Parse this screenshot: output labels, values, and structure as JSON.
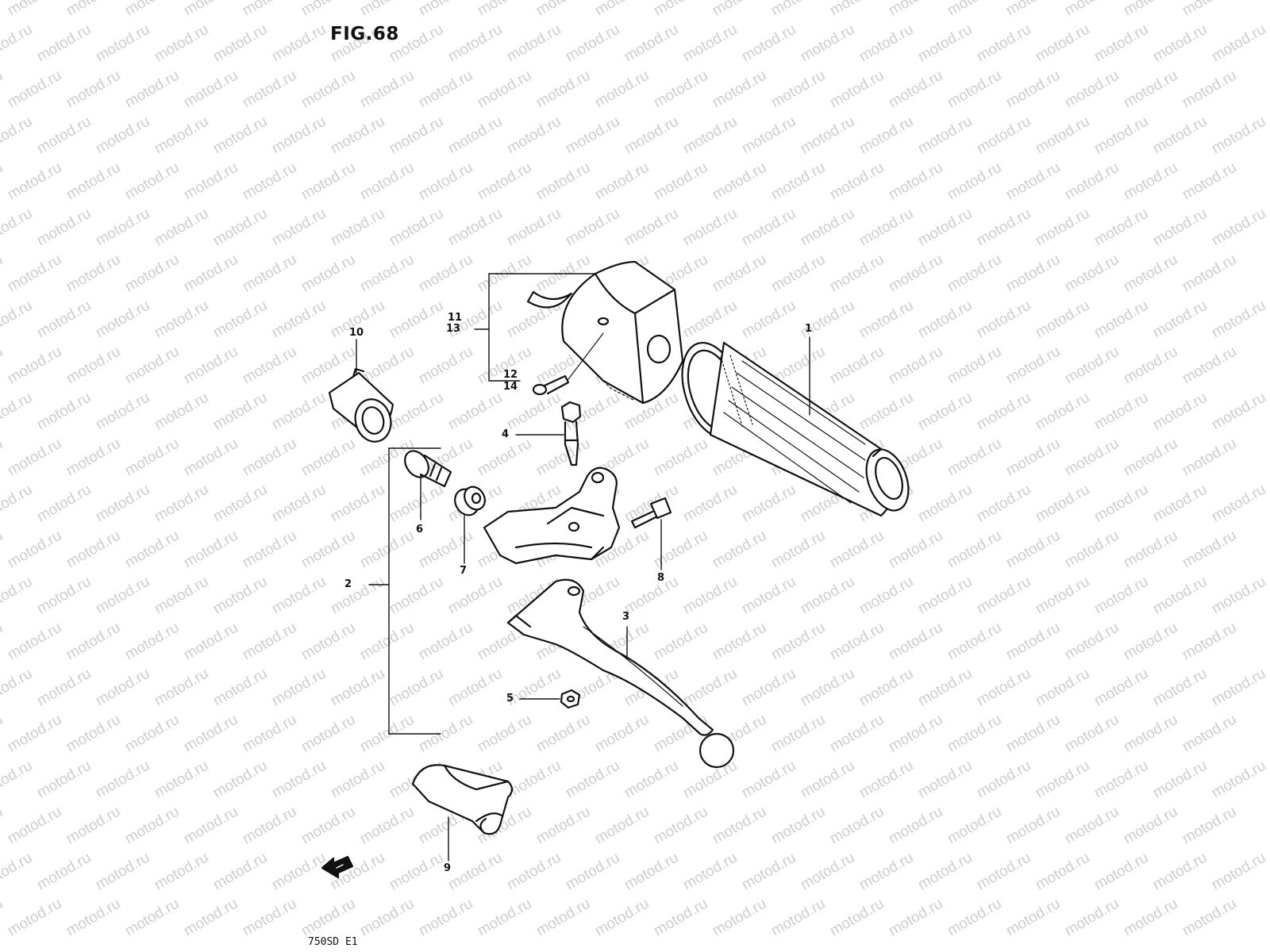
{
  "figure": {
    "title": "FIG.68",
    "model_code": "750SD E1",
    "watermark": "motod.ru"
  },
  "callouts": [
    {
      "id": "c1",
      "label": "1",
      "part": "grip"
    },
    {
      "id": "c2",
      "label": "2",
      "part": "lever-assembly"
    },
    {
      "id": "c3",
      "label": "3",
      "part": "lever"
    },
    {
      "id": "c4",
      "label": "4",
      "part": "pivot-bolt"
    },
    {
      "id": "c5",
      "label": "5",
      "part": "nut"
    },
    {
      "id": "c6",
      "label": "6",
      "part": "adjuster-bolt"
    },
    {
      "id": "c7",
      "label": "7",
      "part": "lock-nut"
    },
    {
      "id": "c8",
      "label": "8",
      "part": "bracket-screw"
    },
    {
      "id": "c9",
      "label": "9",
      "part": "lever-cover"
    },
    {
      "id": "c10",
      "label": "10",
      "part": "cable-boot"
    },
    {
      "id": "c11",
      "label": "11",
      "part": "switch-housing"
    },
    {
      "id": "c13",
      "label": "13",
      "part": "switch-housing"
    },
    {
      "id": "c12",
      "label": "12",
      "part": "screw"
    },
    {
      "id": "c14",
      "label": "14",
      "part": "screw"
    }
  ],
  "icons": {
    "front_arrow": "front-arrow-icon"
  }
}
